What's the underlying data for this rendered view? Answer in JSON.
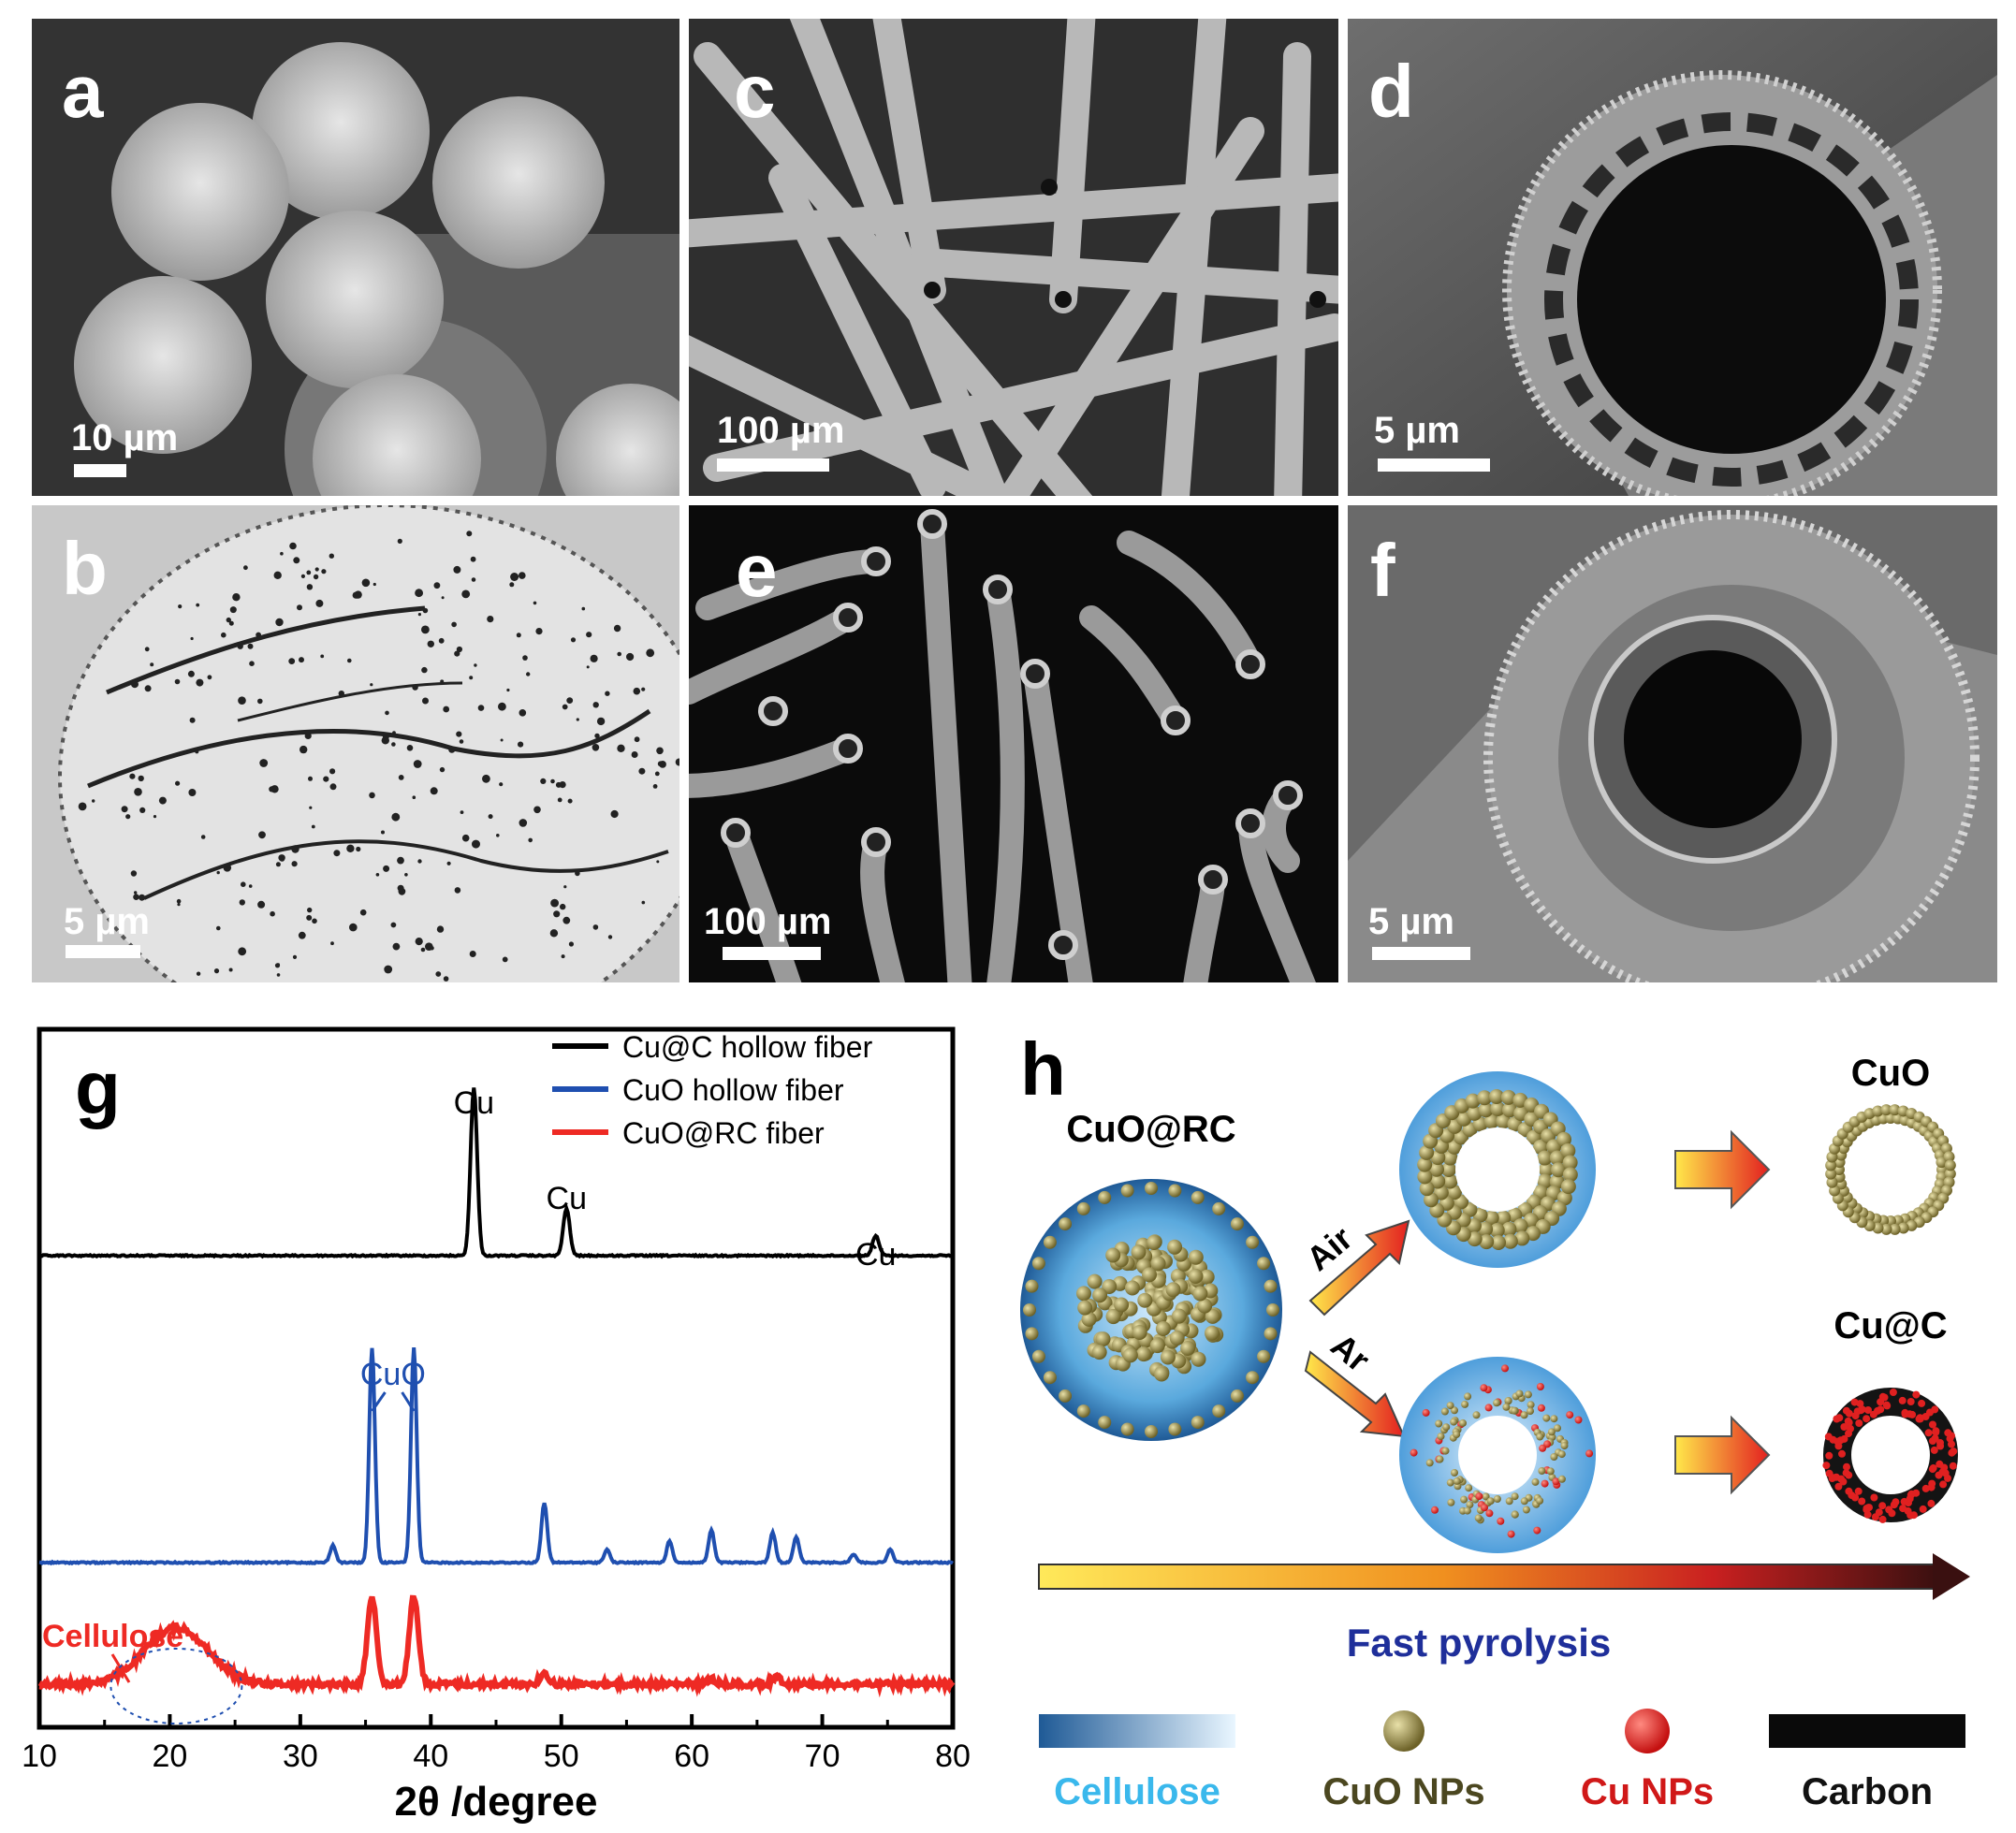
{
  "panels": {
    "a": {
      "label": "a",
      "scale": "10 µm"
    },
    "b": {
      "label": "b",
      "scale": "5 µm"
    },
    "c": {
      "label": "c",
      "scale": "100 µm"
    },
    "d": {
      "label": "d",
      "scale": "5 µm"
    },
    "e": {
      "label": "e",
      "scale": "100 µm"
    },
    "f": {
      "label": "f",
      "scale": "5 µm"
    }
  },
  "chart": {
    "panel_label": "g",
    "xlabel": "2θ /degree",
    "legend": [
      "Cu@C hollow fiber",
      "CuO hollow fiber",
      "CuO@RC fiber"
    ],
    "annotations": {
      "cu": "Cu",
      "cuo": "CuO",
      "cellulose": "Cellulose"
    },
    "colors": {
      "cu_c": "#000000",
      "cuo": "#1f4fb0",
      "cuo_rc": "#ee2a24"
    }
  },
  "chart_data": {
    "type": "line",
    "xlabel": "2θ /degree",
    "ylabel": "",
    "xlim": [
      10,
      80
    ],
    "xticks": [
      10,
      20,
      30,
      40,
      50,
      60,
      70,
      80
    ],
    "legend_position": "top-right",
    "series": [
      {
        "name": "Cu@C hollow fiber",
        "peaks": [
          [
            43.3,
            1.0
          ],
          [
            50.4,
            0.28
          ],
          [
            74.1,
            0.12
          ]
        ]
      },
      {
        "name": "CuO hollow fiber",
        "peaks": [
          [
            32.5,
            0.08
          ],
          [
            35.5,
            1.0
          ],
          [
            38.7,
            1.0
          ],
          [
            48.7,
            0.28
          ],
          [
            53.5,
            0.06
          ],
          [
            58.3,
            0.1
          ],
          [
            61.5,
            0.15
          ],
          [
            66.2,
            0.14
          ],
          [
            68.0,
            0.12
          ],
          [
            72.4,
            0.04
          ],
          [
            75.2,
            0.06
          ]
        ]
      },
      {
        "name": "CuO@RC fiber",
        "peaks": [
          [
            20.5,
            0.55
          ],
          [
            35.5,
            0.85
          ],
          [
            38.7,
            0.85
          ],
          [
            48.7,
            0.1
          ],
          [
            61.5,
            0.05
          ],
          [
            66.5,
            0.07
          ]
        ]
      }
    ]
  },
  "schematic": {
    "panel_label": "h",
    "start": "CuO@RC",
    "air": "Air",
    "ar": "Ar",
    "cuo": "CuO",
    "cuc": "Cu@C",
    "process": "Fast pyrolysis",
    "legend": {
      "cellulose": "Cellulose",
      "cuo_nps": "CuO NPs",
      "cu_nps": "Cu NPs",
      "carbon": "Carbon"
    },
    "colors": {
      "cellulose": "#3aa7e8",
      "cuo_nps": "#5a5020",
      "cu_nps": "#d92020",
      "carbon": "#111111",
      "process": "#1f2f9a"
    }
  }
}
